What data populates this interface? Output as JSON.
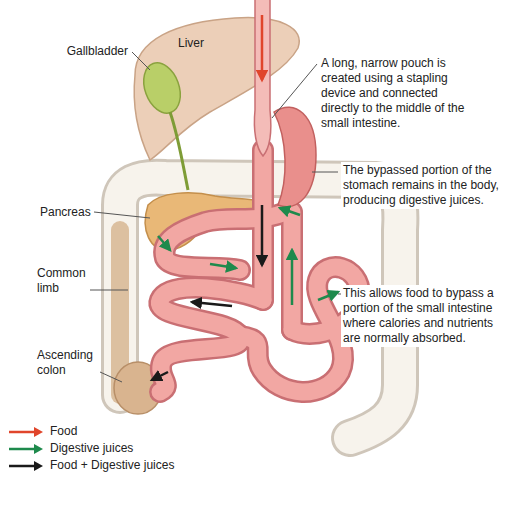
{
  "diagram": {
    "labels": [
      "Liver",
      "Gallbladder",
      "A long, narrow pouch is created using a stapling device and connected directly to the middle of the small intestine.",
      "The bypassed portion of the stomach remains in the body, producing digestive juices.",
      "This allows food to bypass a portion of the small intestine where calories and nutrients are normally absorbed.",
      "Pancreas",
      "Common limb",
      "Ascending colon"
    ],
    "legend": [
      {
        "text": "Food"
      },
      {
        "text": "Digestive juices"
      },
      {
        "text": "Food + Digestive juices"
      }
    ]
  }
}
